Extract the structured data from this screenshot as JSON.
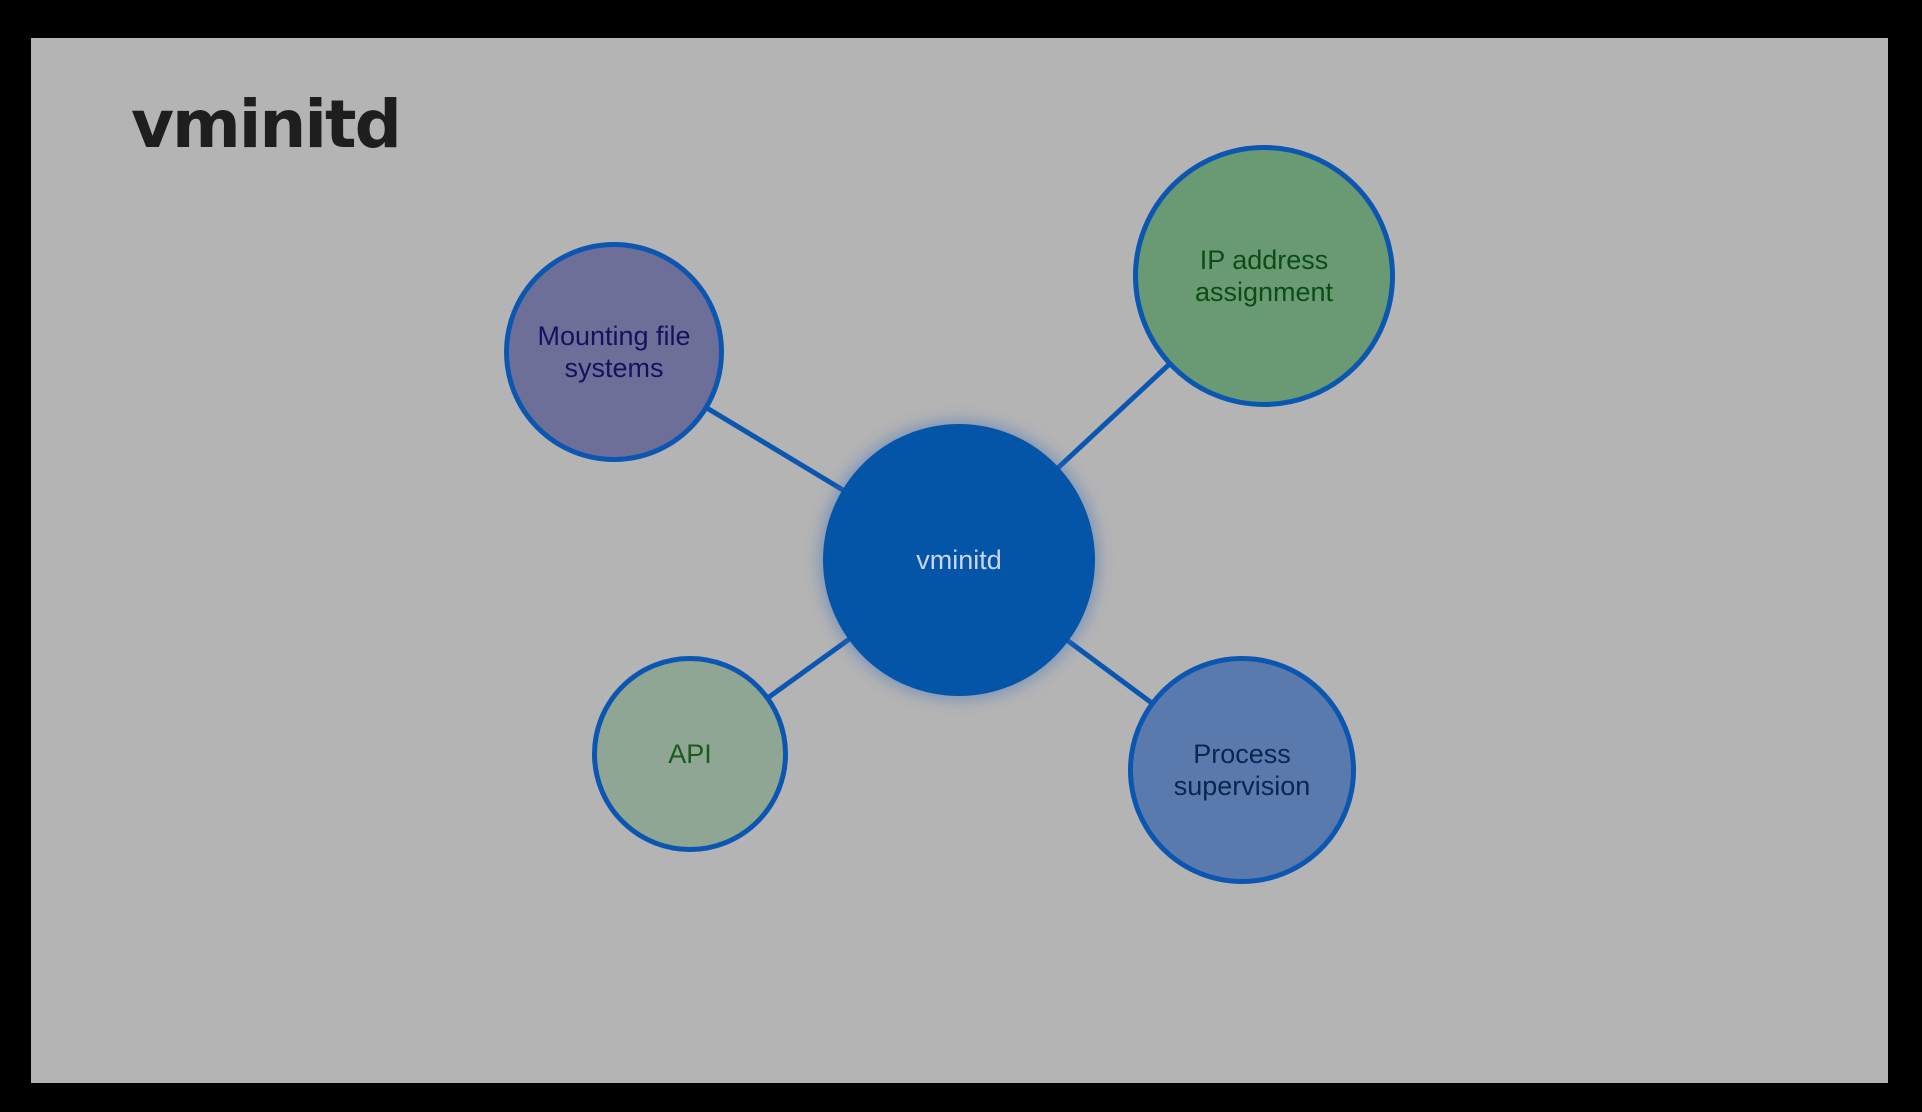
{
  "title": "vminitd",
  "center": {
    "label": "vminitd",
    "fill": "#0455a8",
    "text_color": "#c9d5e8"
  },
  "nodes": [
    {
      "id": "mounting",
      "label": "Mounting file\nsystems",
      "fill": "#6e6f99",
      "text_color": "#13125c"
    },
    {
      "id": "ip",
      "label": "IP address\nassignment",
      "fill": "#699a73",
      "text_color": "#0b4d14"
    },
    {
      "id": "api",
      "label": "API",
      "fill": "#8fa695",
      "text_color": "#1b5a1e"
    },
    {
      "id": "process",
      "label": "Process\nsupervision",
      "fill": "#5a7aad",
      "text_color": "#0c2550"
    }
  ],
  "colors": {
    "edge": "#0b56b0",
    "background": "#b4b4b4"
  }
}
